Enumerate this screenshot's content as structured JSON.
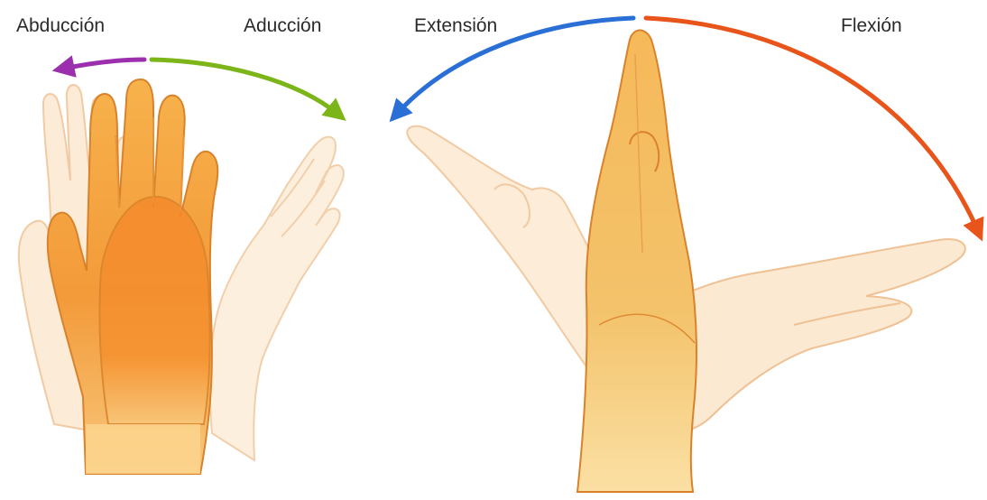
{
  "labels": {
    "abduction": "Abducción",
    "adduction": "Aducción",
    "extension": "Extensión",
    "flexion": "Flexión"
  },
  "colors": {
    "abduction_arrow": "#9b2fae",
    "adduction_arrow": "#7cb518",
    "extension_arrow": "#2a6fd6",
    "flexion_arrow": "#e8541a",
    "hand_solid": "#f5a23a",
    "hand_light": "#f8d9b0",
    "hand_outline": "#d9822b"
  }
}
